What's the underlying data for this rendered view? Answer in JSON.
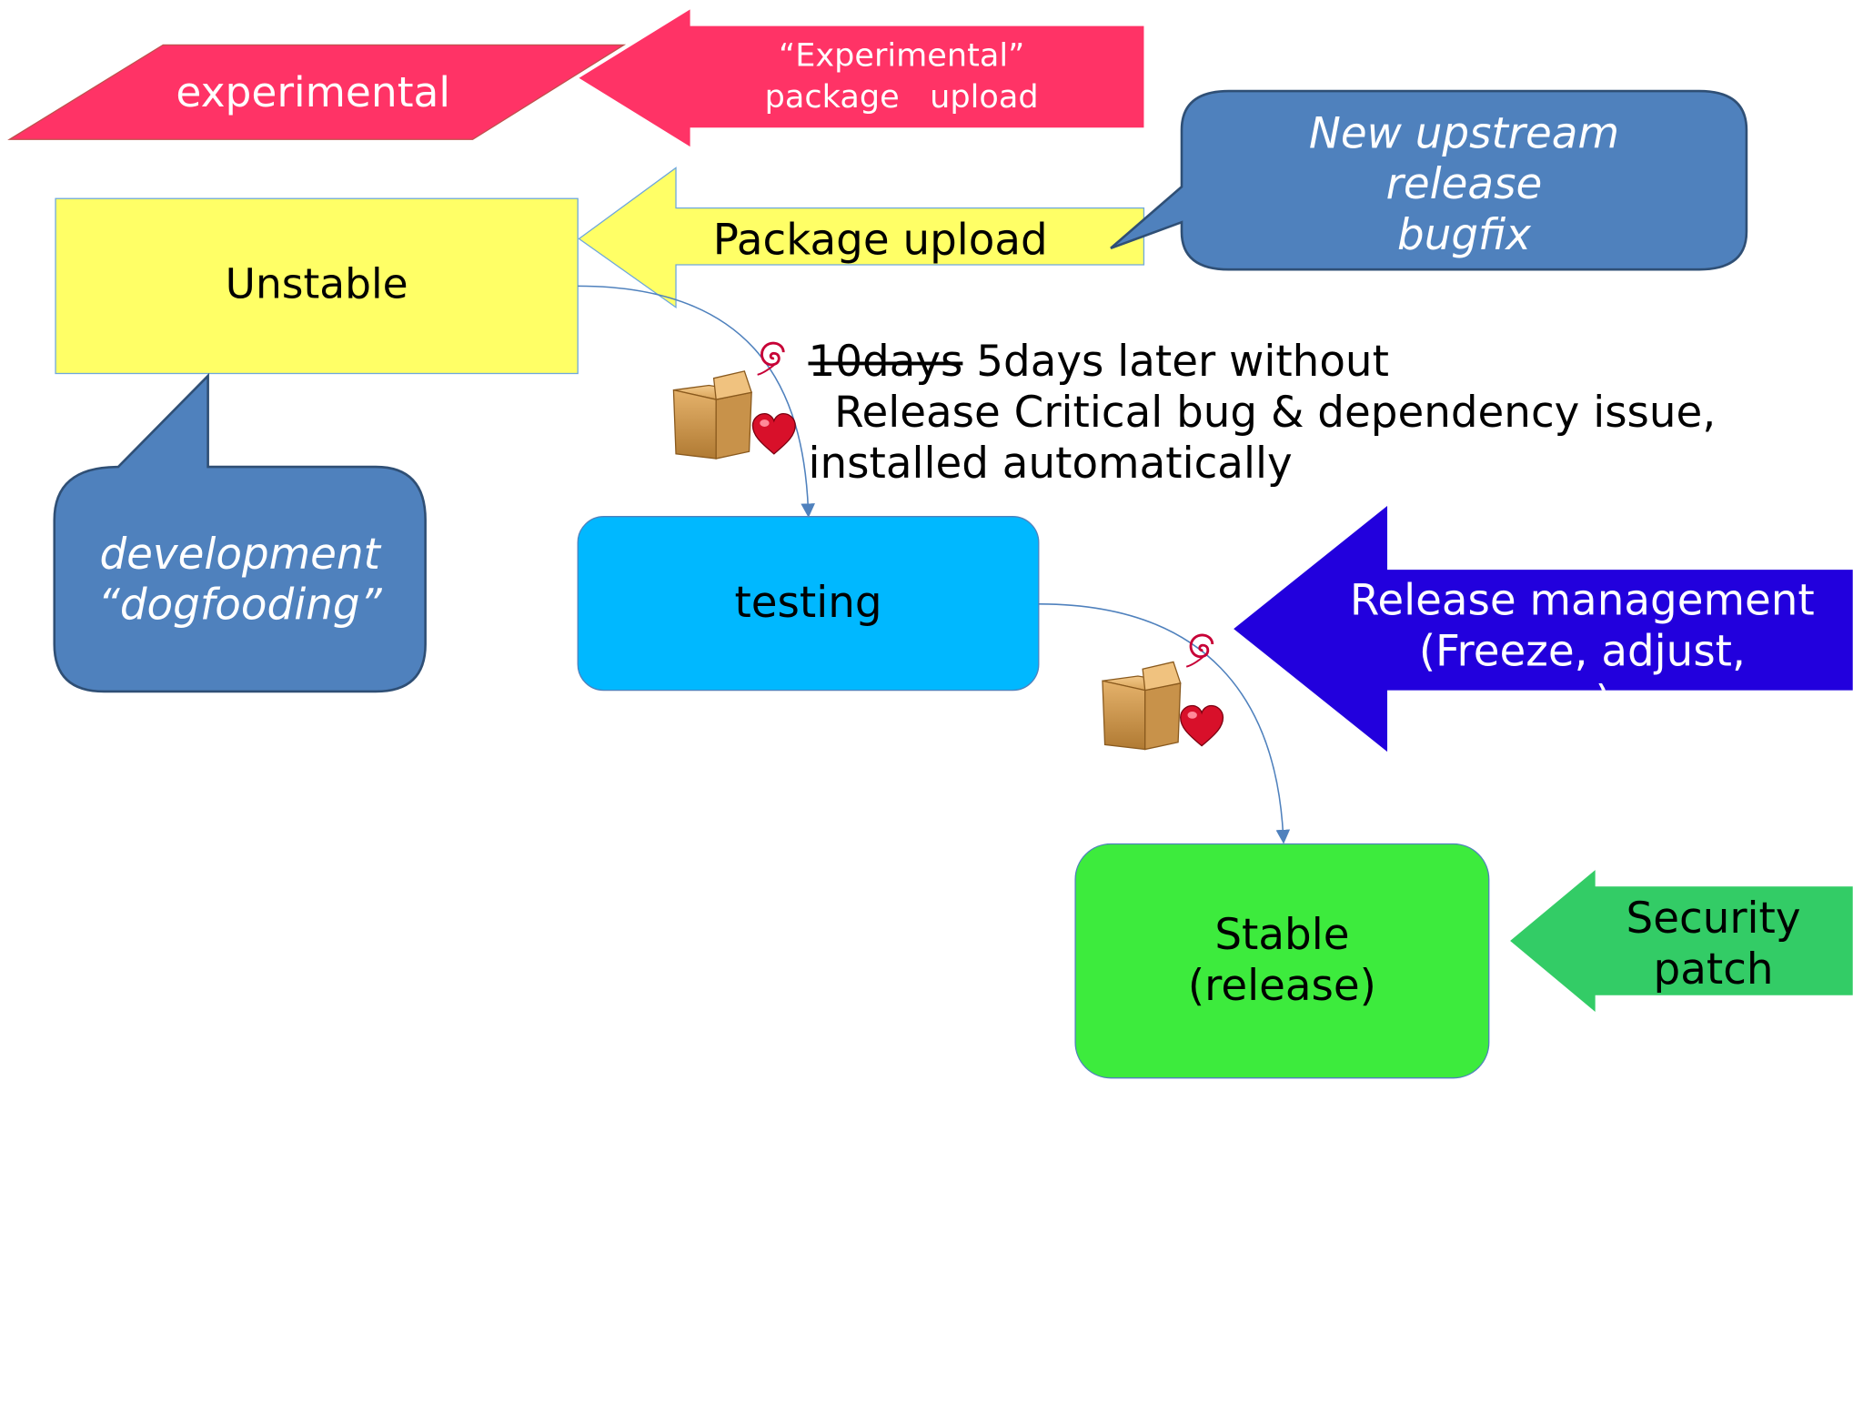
{
  "shapes": {
    "experimental": {
      "label": "experimental",
      "color": "#FF3366"
    },
    "experimental_upload": {
      "line1": "“Experimental”",
      "line2": "package   upload",
      "color": "#FF3366"
    },
    "unstable": {
      "label": "Unstable",
      "color": "#FFFF66"
    },
    "package_upload": {
      "label": "Package upload",
      "color": "#FFFF66"
    },
    "upstream_callout": {
      "line1": "New upstream",
      "line2": "release",
      "line3": "bugfix",
      "color": "#4F81BD"
    },
    "development_callout": {
      "line1": "development",
      "line2": "“dogfooding”",
      "color": "#4F81BD"
    },
    "testing": {
      "label": "testing",
      "color": "#00B8FF"
    },
    "migration_note": {
      "struck": "10days",
      "line1": " 5days later without",
      "line2": "Release Critical bug & dependency issue,",
      "line3": "installed automatically"
    },
    "release_management": {
      "line1": "Release management",
      "line2": "(Freeze, adjust,",
      "line3": "…)",
      "color": "#2200DD"
    },
    "stable": {
      "line1": "Stable",
      "line2": "(release)",
      "color": "#3DEB3D"
    },
    "security_patch": {
      "line1": "Security",
      "line2": "patch",
      "color": "#33CC66"
    }
  },
  "icons": [
    "debian-swirl-icon",
    "package-box-icon",
    "heart-icon"
  ]
}
